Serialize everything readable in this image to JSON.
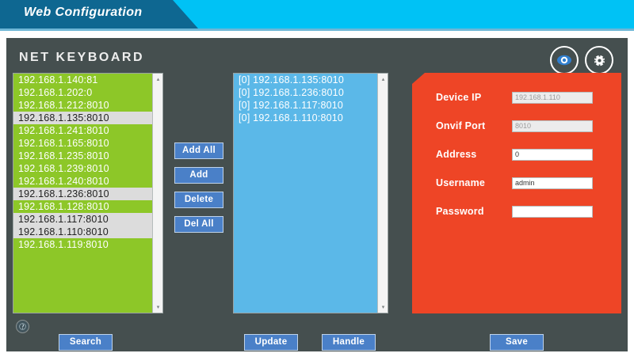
{
  "banner": {
    "title": "Web Configuration",
    "color_dark": "#0e6791",
    "color_bright": "#00c2f5"
  },
  "app": {
    "title": "NET  KEYBOARD",
    "background": "#454f4f"
  },
  "header_icons": [
    {
      "name": "eye-icon",
      "label": "Preview"
    },
    {
      "name": "gear-icon",
      "label": "Settings"
    }
  ],
  "device_list": {
    "background": "#8dc728",
    "selected_background": "#dcdcdc",
    "items": [
      {
        "text": "192.168.1.140:81",
        "selected": false
      },
      {
        "text": "192.168.1.202:0",
        "selected": false
      },
      {
        "text": "192.168.1.212:8010",
        "selected": false
      },
      {
        "text": "192.168.1.135:8010",
        "selected": true
      },
      {
        "text": "192.168.1.241:8010",
        "selected": false
      },
      {
        "text": "192.168.1.165:8010",
        "selected": false
      },
      {
        "text": "192.168.1.235:8010",
        "selected": false
      },
      {
        "text": "192.168.1.239:8010",
        "selected": false
      },
      {
        "text": "192.168.1.240:8010",
        "selected": false
      },
      {
        "text": "192.168.1.236:8010",
        "selected": true
      },
      {
        "text": "192.168.1.128:8010",
        "selected": false
      },
      {
        "text": "192.168.1.117:8010",
        "selected": true
      },
      {
        "text": "192.168.1.110:8010",
        "selected": true
      },
      {
        "text": "192.168.1.119:8010",
        "selected": false
      }
    ]
  },
  "added_list": {
    "background": "#5bb8e8",
    "items": [
      {
        "text": "[0] 192.168.1.135:8010"
      },
      {
        "text": "[0] 192.168.1.236:8010"
      },
      {
        "text": "[0] 192.168.1.117:8010"
      },
      {
        "text": "[0] 192.168.1.110:8010"
      }
    ]
  },
  "transfer_buttons": [
    {
      "label": "Add All"
    },
    {
      "label": "Add"
    },
    {
      "label": "Delete"
    },
    {
      "label": "Del All"
    }
  ],
  "device_form": {
    "background": "#ee4526",
    "fields": [
      {
        "label": "Device IP",
        "value": "192.168.1.110",
        "placeholder": "",
        "disabled": true
      },
      {
        "label": "Onvif Port",
        "value": "8010",
        "placeholder": "",
        "disabled": true
      },
      {
        "label": "Address",
        "value": "0",
        "placeholder": "",
        "disabled": false
      },
      {
        "label": "Username",
        "value": "admin",
        "placeholder": "",
        "disabled": false
      },
      {
        "label": "Password",
        "value": "",
        "placeholder": "",
        "disabled": false
      }
    ]
  },
  "bottom_buttons": {
    "search": "Search",
    "update": "Update",
    "handle": "Handle",
    "save": "Save"
  },
  "scrollbar": {
    "up_arrow": "▴",
    "down_arrow": "▾"
  },
  "help": {
    "name": "help-icon"
  }
}
